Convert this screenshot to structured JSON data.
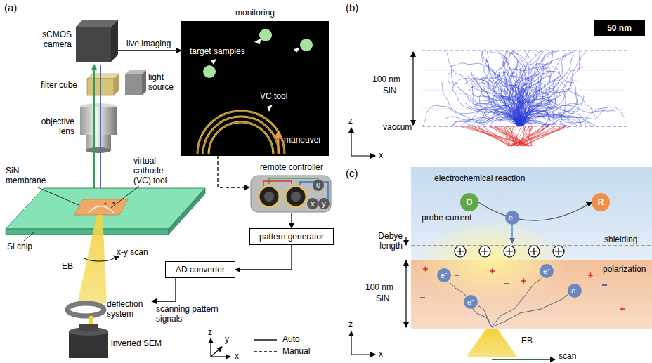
{
  "diagram": {
    "nodes": [
      {
        "text": [
          "sCMOS camera"
        ]
      },
      {
        "text": [
          "monitoring",
          "target samples",
          "VC tool",
          "maneuver"
        ]
      },
      {
        "text": [
          "remote controller",
          "θ",
          "x",
          "y"
        ]
      },
      {
        "text": [
          "pattern generator"
        ]
      },
      {
        "text": [
          "AD converter"
        ]
      },
      {
        "text": [
          "deflection system"
        ]
      },
      {
        "text": [
          "O"
        ]
      },
      {
        "text": [
          "R"
        ]
      }
    ],
    "edges": [
      {
        "from": 0,
        "to": 1,
        "arrow": "to",
        "label": "live imaging"
      },
      {
        "from": 1,
        "to": 2,
        "arrow": "to"
      },
      {
        "from": 2,
        "to": 3,
        "arrow": "to"
      },
      {
        "from": 3,
        "to": 4,
        "arrow": "to"
      },
      {
        "from": 4,
        "to": 5,
        "arrow": "to",
        "label": "scanning pattern signals"
      },
      {
        "from": 6,
        "to": 7,
        "arrow": "to"
      }
    ],
    "labels": [
      "(a)",
      "filter cube",
      "light source",
      "objective lens",
      "SiN membrane",
      "virtual cathode (VC) tool",
      "Si chip",
      "EB",
      "x-y scan",
      "inverted SEM",
      "z",
      "y",
      "x",
      "(b)",
      "50 nm",
      "100 nm",
      "SiN",
      "vaccum",
      "z",
      "x",
      "(c)",
      "electrochemical reaction",
      "e⁻",
      "probe current",
      "Debye length",
      "shielding",
      "polarization",
      "100 nm",
      "SiN",
      "e⁻",
      "e⁻",
      "e⁻",
      "e⁻",
      "EB",
      "scan",
      "z",
      "x"
    ],
    "legend": [
      {
        "text": "Auto"
      },
      {
        "text": "Manual"
      }
    ]
  }
}
